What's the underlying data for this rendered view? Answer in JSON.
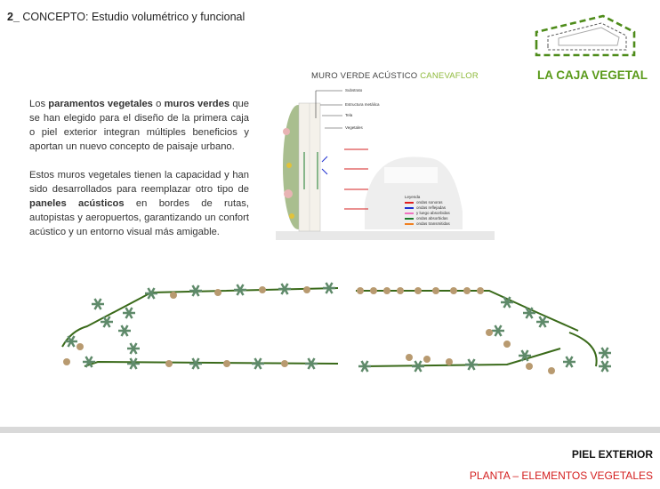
{
  "header": {
    "number": "2_",
    "title": "CONCEPTO: Estudio volumétrico y funcional"
  },
  "logo": {
    "label": "LA CAJA VEGETAL"
  },
  "body": {
    "p1": [
      {
        "t": "Los ",
        "b": false
      },
      {
        "t": "paramentos vegetales",
        "b": true
      },
      {
        "t": " o ",
        "b": false
      },
      {
        "t": "muros verdes",
        "b": true
      },
      {
        "t": " que se han elegido para el diseño de la primera caja o piel exterior integran múltiples beneficios y aportan un nuevo concepto de paisaje urbano.",
        "b": false
      }
    ],
    "p2": [
      {
        "t": "Estos muros vegetales tienen la capacidad y han sido desarrollados para reemplazar otro tipo de ",
        "b": false
      },
      {
        "t": "paneles acústicos",
        "b": true
      },
      {
        "t": " en bordes de rutas, autopistas y aeropuertos, garantizando un confort acústico y un entorno visual más amigable.",
        "b": false
      }
    ]
  },
  "diagram": {
    "title": "MURO VERDE ACÚSTICO ",
    "brand": "CANEVAFLOR",
    "labels": [
      "Substrato",
      "Estructura metálica",
      "Tela",
      "Vegetales"
    ],
    "legend_title": "Leyenda",
    "legend": [
      {
        "label": "ondas sonoras",
        "color": "#e02020"
      },
      {
        "label": "ondas reflejadas",
        "color": "#2030d0"
      },
      {
        "label": "y luego absorbidas",
        "color": "#f070c0"
      },
      {
        "label": "ondas absorbidas",
        "color": "#1a7a2a"
      },
      {
        "label": "ondas transmitidas",
        "color": "#f08020"
      }
    ]
  },
  "footer": {
    "section": "PIEL EXTERIOR",
    "subtitle": "PLANTA – ELEMENTOS VEGETALES"
  },
  "colors": {
    "green": "#5a9a1a",
    "red": "#d42020",
    "band": "#d9d9d9"
  }
}
